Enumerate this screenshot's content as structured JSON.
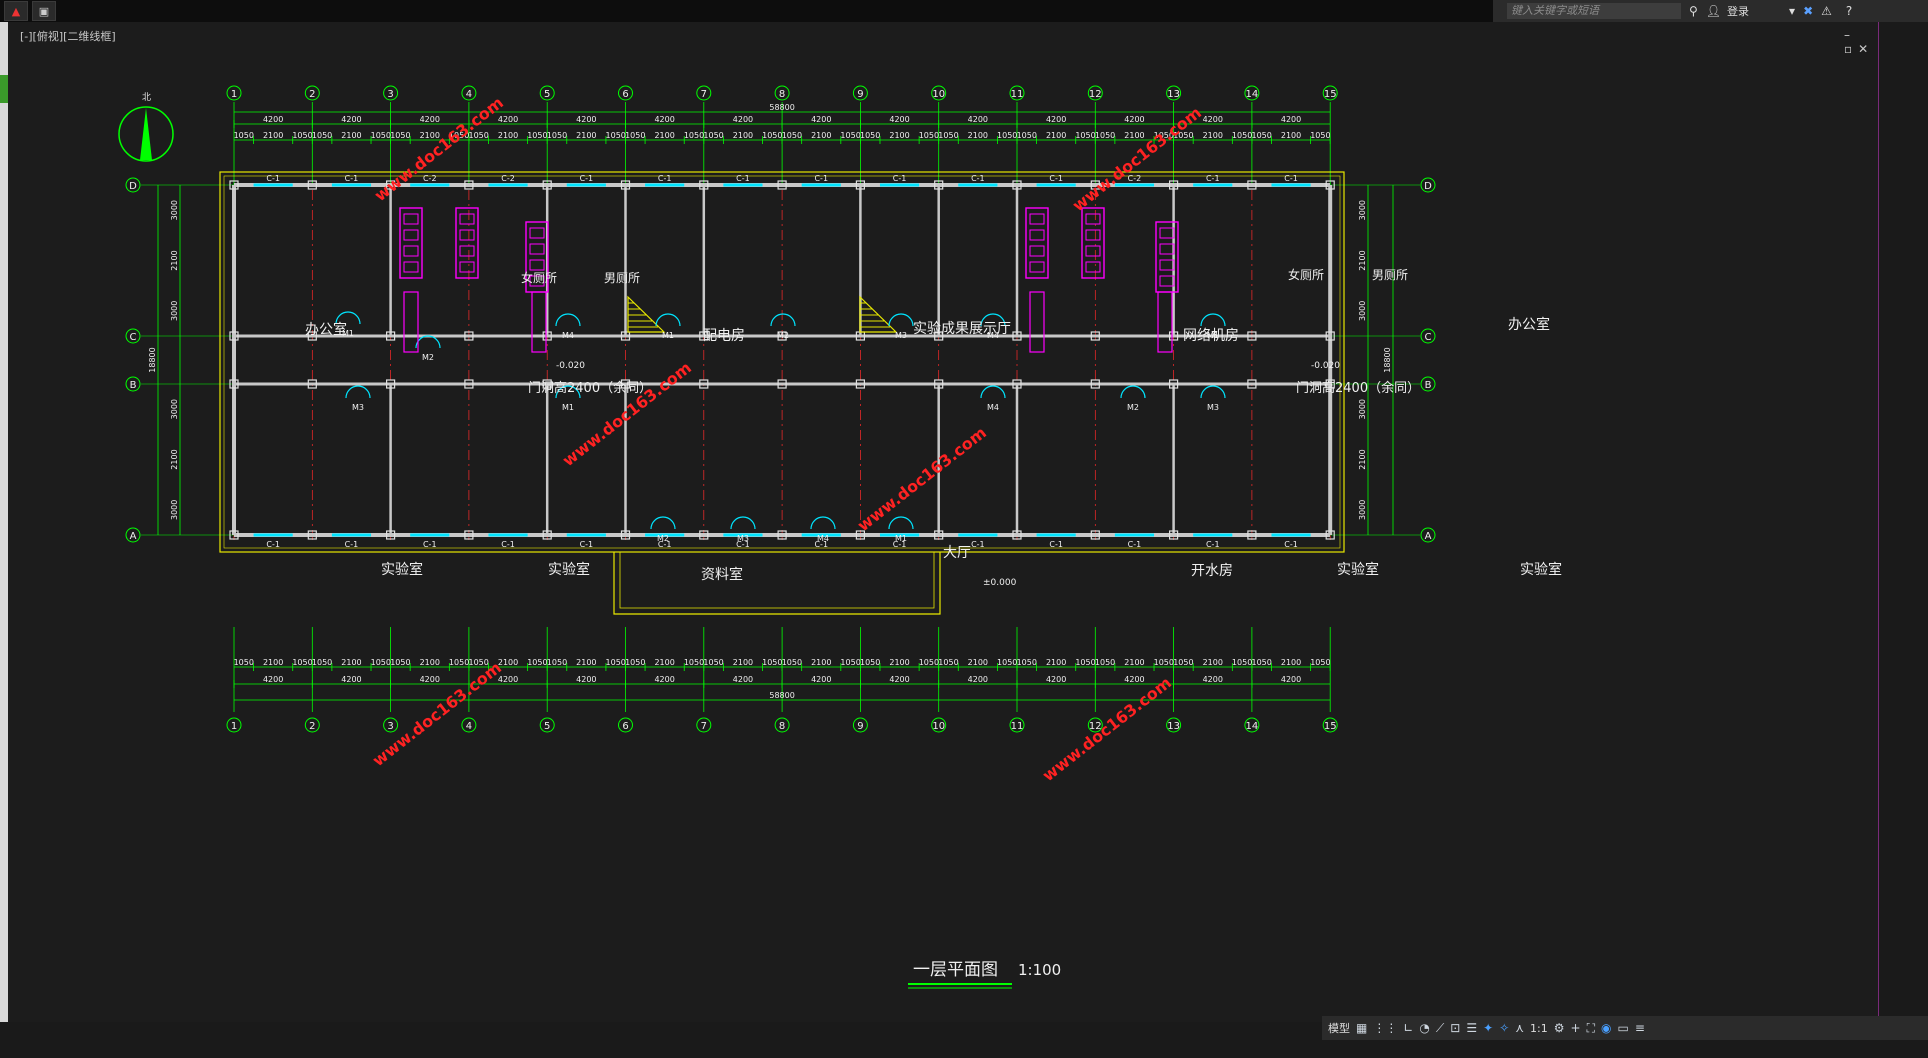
{
  "app": {
    "search_placeholder": "键入关键字或短语",
    "login_label": "登录",
    "viewport_label": "[-][俯视][二维线框]",
    "model_tab": "模型",
    "scale": "1:1"
  },
  "drawing": {
    "title": "一层平面图",
    "title_scale": "1:100",
    "north_label": "北",
    "axes_numbers": [
      "1",
      "2",
      "3",
      "4",
      "5",
      "6",
      "7",
      "8",
      "9",
      "10",
      "11",
      "12",
      "13",
      "14",
      "15"
    ],
    "axes_letters": [
      "D",
      "C",
      "B",
      "A"
    ],
    "overall_length": "58800",
    "overall_depth": "18800",
    "bay": "4200",
    "sub_dims": [
      "1050",
      "2100",
      "1050"
    ],
    "depth_dims": [
      "3000",
      "2100",
      "3000"
    ],
    "rooms": {
      "office_left": "办公室",
      "office_right": "办公室",
      "women_wc_left": "女厕所",
      "men_wc_left": "男厕所",
      "women_wc_right": "女厕所",
      "men_wc_right": "男厕所",
      "power_room": "配电房",
      "exhibit": "实验成果展示厅",
      "network": "网络机房",
      "lab_1": "实验室",
      "lab_2": "实验室",
      "lab_3": "实验室",
      "lab_4": "实验室",
      "archive": "资料室",
      "hall": "大厅",
      "boiler": "开水房"
    },
    "notes": {
      "door_height_left": "门洞高2400（余同）",
      "door_height_right": "门洞高2400（余同）",
      "level_wc": "-0.020",
      "level_hall": "±0.000"
    },
    "door_labels": [
      "M1",
      "M2",
      "M3",
      "M4"
    ],
    "window_labels": [
      "C-1",
      "C-2"
    ],
    "watermarks": [
      "www.doc163.com"
    ],
    "colors": {
      "axis_green": "#00ff00",
      "wall_red": "#ff2a2a",
      "outline_yellow": "#e8e800",
      "fixture_magenta": "#ff00ff",
      "door_cyan": "#00e5ff",
      "watermark_red": "#ff2222"
    }
  }
}
